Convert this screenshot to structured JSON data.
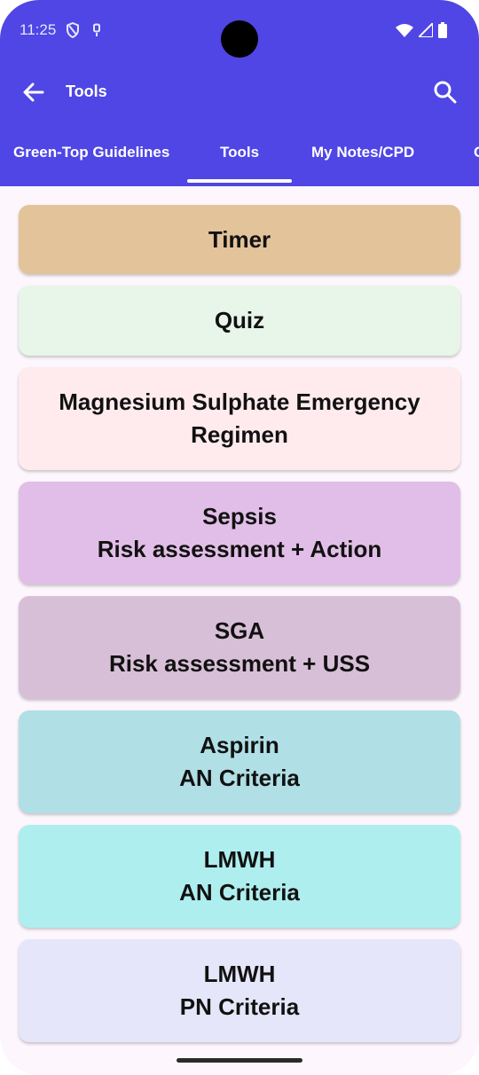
{
  "status": {
    "time": "11:25",
    "icons_left": [
      "shield-icon",
      "mic-icon"
    ],
    "icons_right": [
      "wifi-icon",
      "signal-icon",
      "battery-icon"
    ]
  },
  "appbar": {
    "title": "Tools",
    "back_icon": "arrow-left-icon",
    "search_icon": "search-icon",
    "color": "#4f46e5"
  },
  "tabs": [
    {
      "label": "Green-Top Guidelines",
      "selected": false
    },
    {
      "label": "Tools",
      "selected": true
    },
    {
      "label": "My Notes/CPD",
      "selected": false
    },
    {
      "label": "C",
      "selected": false
    }
  ],
  "tools": [
    {
      "line1": "Timer",
      "line2": "",
      "color": "#e3c39a"
    },
    {
      "line1": "Quiz",
      "line2": "",
      "color": "#e8f5e9"
    },
    {
      "line1": "Magnesium Sulphate Emergency",
      "line2": "Regimen",
      "color": "#ffebee"
    },
    {
      "line1": "Sepsis",
      "line2": "Risk assessment + Action",
      "color": "#e1bee7"
    },
    {
      "line1": "SGA",
      "line2": "Risk assessment + USS",
      "color": "#d8bfd8"
    },
    {
      "line1": "Aspirin",
      "line2": "AN Criteria",
      "color": "#b0dfe6"
    },
    {
      "line1": "LMWH",
      "line2": "AN Criteria",
      "color": "#afeeee"
    },
    {
      "line1": "LMWH",
      "line2": "PN Criteria",
      "color": "#e6e6fa"
    }
  ]
}
